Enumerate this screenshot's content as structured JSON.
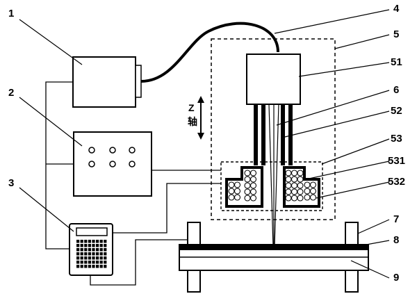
{
  "labels": {
    "l1": "1",
    "l2": "2",
    "l3": "3",
    "l4": "4",
    "l5": "5",
    "l51": "51",
    "l6": "6",
    "l52": "52",
    "l53": "53",
    "l531": "531",
    "l532": "532",
    "l7": "7",
    "l8": "8",
    "l9": "9"
  },
  "axis": {
    "z": "Z",
    "zhou": "轴"
  }
}
